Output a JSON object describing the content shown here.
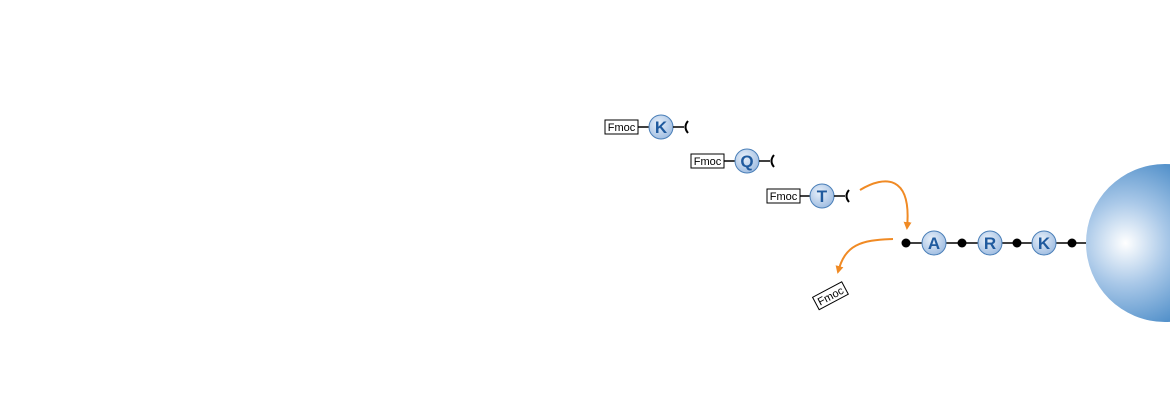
{
  "fmoc_label": "Fmoc",
  "incoming": [
    {
      "letter": "K"
    },
    {
      "letter": "Q"
    },
    {
      "letter": "T"
    }
  ],
  "chain": [
    {
      "letter": "A"
    },
    {
      "letter": "R"
    },
    {
      "letter": "K"
    }
  ],
  "released_label": "Fmoc",
  "colors": {
    "bead": "#1e6fb8",
    "residue_fill": "#b9cde6",
    "residue_stroke": "#4a7fb8",
    "residue_text": "#1f5a9e",
    "arrow": "#f08a24",
    "bond": "#000000"
  }
}
